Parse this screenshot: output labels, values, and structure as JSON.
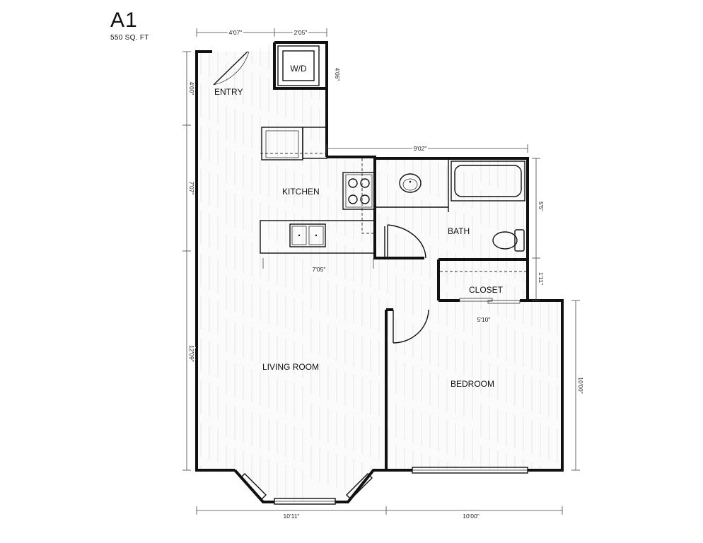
{
  "plan": {
    "name": "A1",
    "area": "550 SQ. FT"
  },
  "rooms": {
    "entry": "ENTRY",
    "washer_dryer": "W/D",
    "kitchen": "KITCHEN",
    "bath": "BATH",
    "closet": "CLOSET",
    "living_room": "LIVING ROOM",
    "bedroom": "BEDROOM"
  },
  "dimensions": {
    "entry_width": "4'07\"",
    "wd_width": "2'05\"",
    "wd_depth": "4'06\"",
    "entry_depth": "4'00\"",
    "kitchen_depth": "7'07\"",
    "bath_width": "9'02\"",
    "bath_depth": "5'5\"",
    "closet_depth": "1'11\"",
    "kitchen_width": "7'05\"",
    "bedroom_width": "5'10\"",
    "living_depth": "12'09\"",
    "bedroom_depth": "10'00\"",
    "living_width": "10'11\"",
    "bedroom_bottom_width": "10'00\""
  }
}
